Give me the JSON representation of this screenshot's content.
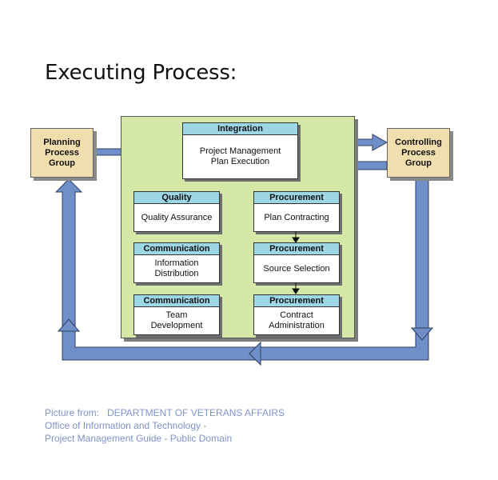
{
  "title": "Executing Process:",
  "side_groups": {
    "planning": "Planning\nProcess\nGroup",
    "controlling": "Controlling\nProcess\nGroup"
  },
  "processes": [
    {
      "id": "integration",
      "header": "Integration",
      "body": "Project Management\nPlan Execution"
    },
    {
      "id": "quality",
      "header": "Quality",
      "body": "Quality Assurance"
    },
    {
      "id": "communication-1",
      "header": "Communication",
      "body": "Information\nDistribution"
    },
    {
      "id": "communication-2",
      "header": "Communication",
      "body": "Team\nDevelopment"
    },
    {
      "id": "procurement-1",
      "header": "Procurement",
      "body": "Plan Contracting"
    },
    {
      "id": "procurement-2",
      "header": "Procurement",
      "body": "Source Selection"
    },
    {
      "id": "procurement-3",
      "header": "Procurement",
      "body": "Contract\nAdministration"
    }
  ],
  "caption": {
    "line1": "Picture from:   DEPARTMENT OF VETERANS AFFAIRS",
    "line2": "Office of Information and Technology -",
    "line3": "Project Management Guide - Public Domain"
  },
  "colors": {
    "panel": "#d6e8a8",
    "side_box": "#f1deaf",
    "header": "#9dd7e6",
    "arrow": "#6f8fc9",
    "caption": "#7f93c9"
  }
}
